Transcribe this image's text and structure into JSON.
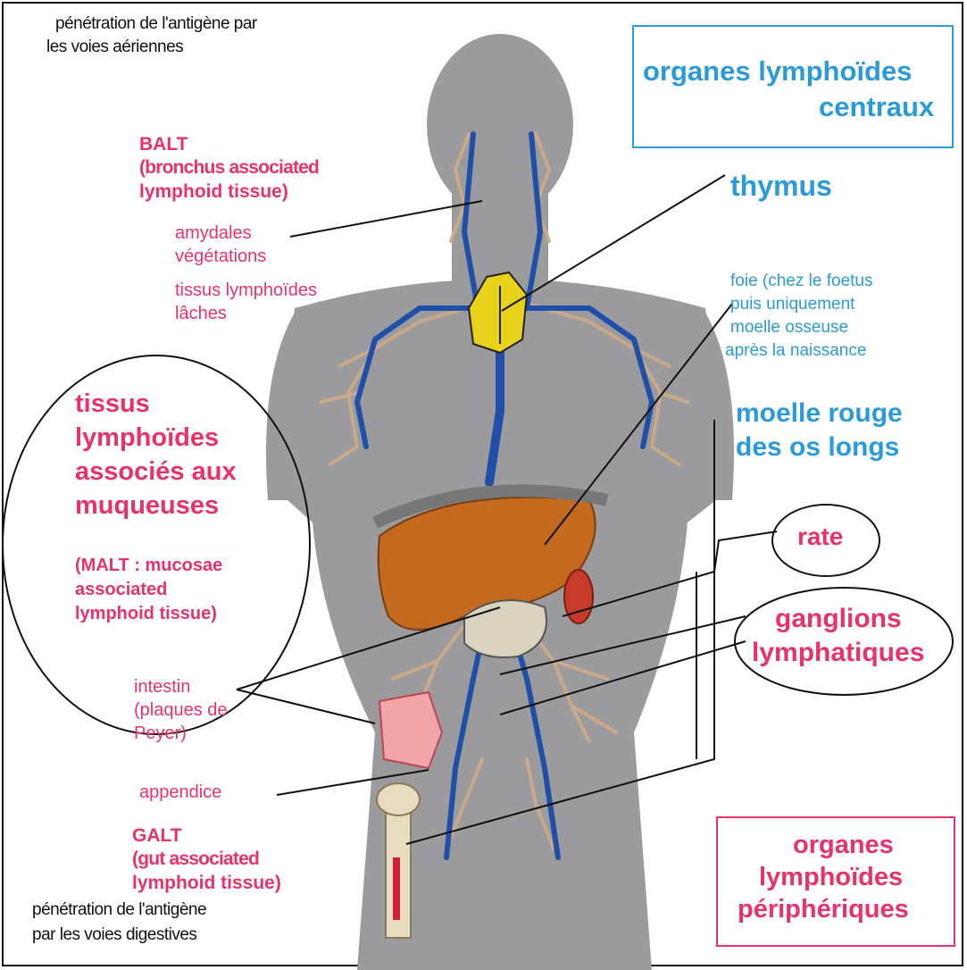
{
  "top_left_text": [
    "pénétration de l'antigène par",
    "les voies aériennes"
  ],
  "bottom_left_text": [
    "pénétration de l'antigène",
    "par les voies digestives"
  ],
  "central_box": [
    "organes lymphoïdes",
    "centraux"
  ],
  "peripheral_box": [
    "organes",
    "lymphoïdes",
    "périphériques"
  ],
  "balt": [
    "BALT",
    "(bronchus associated",
    "lymphoid tissue)"
  ],
  "amygdales": [
    "amydales",
    "végétations"
  ],
  "tissus_laches": [
    "tissus lymphoïdes",
    "lâches"
  ],
  "malt_title": [
    "tissus",
    "lymphoïdes",
    "associés aux",
    "muqueuses"
  ],
  "malt_sub": [
    "(MALT : mucosae",
    "associated",
    "lymphoid tissue)"
  ],
  "thymus": "thymus",
  "foie": [
    "foie (chez le foetus",
    "puis uniquement",
    "moelle osseuse",
    "après la naissance"
  ],
  "moelle": [
    "moelle rouge",
    "des os longs"
  ],
  "rate": "rate",
  "ganglions": [
    "ganglions",
    "lymphatiques"
  ],
  "intestin": [
    "intestin",
    "(plaques de",
    "Peyer)"
  ],
  "appendice": "appendice",
  "galt": [
    "GALT",
    "(gut associated",
    "lymphoid tissue)"
  ],
  "colors": {
    "pink": "#e8326a",
    "blue": "#2a9ad8",
    "body": "#9a9a9c",
    "liver": "#c36a1e",
    "vessel": "#1f4fa8",
    "thymus": "#e8d21c"
  }
}
